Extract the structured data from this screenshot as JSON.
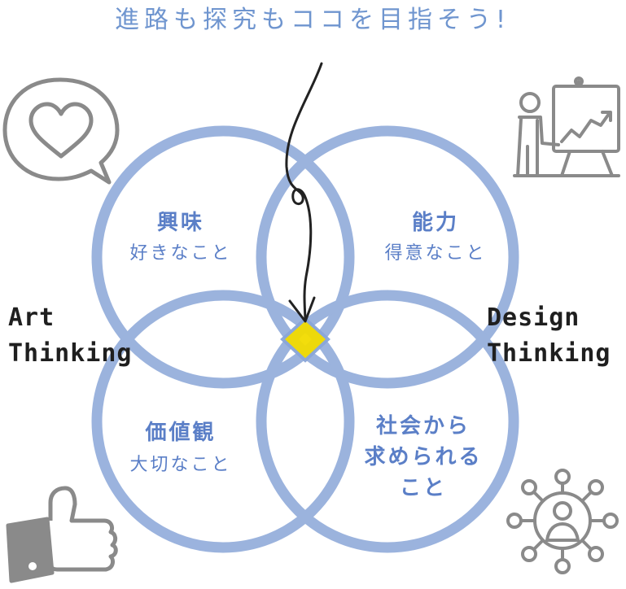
{
  "heading": "進路も探究もココを目指そう!",
  "zones": {
    "interest": {
      "title": "興味",
      "sub": "好きなこと"
    },
    "ability": {
      "title": "能力",
      "sub": "得意なこと"
    },
    "values": {
      "title": "価値観",
      "sub": "大切なこと"
    },
    "society": {
      "line1": "社会から",
      "line2": "求められる",
      "line3": "こと"
    }
  },
  "side_labels": {
    "art_line1": "Art",
    "art_line2": "Thinking",
    "design_line1": "Design",
    "design_line2": "Thinking"
  },
  "icons": [
    "heart-speech-bubble-icon",
    "presentation-chart-icon",
    "thumbs-up-icon",
    "network-person-icon"
  ],
  "colors": {
    "circle": "#8aa6d8",
    "zone_text": "#5b7fc7",
    "center_highlight": "#f2dc00",
    "icon_gray": "#8a8a8a",
    "label_dark": "#1f1f1f"
  }
}
